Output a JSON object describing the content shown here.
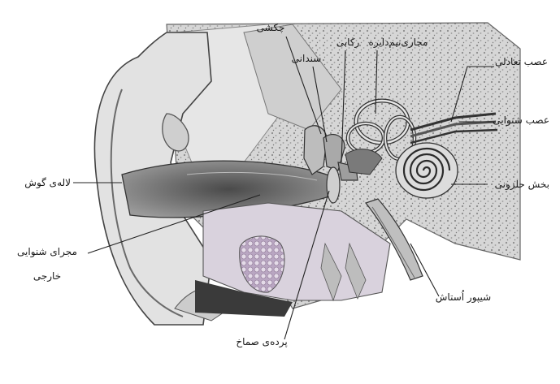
{
  "labels": {
    "malleus": "چکشی",
    "stapes": "رکابی",
    "semicircular_canals": "مجاری‌نیم‌دایره",
    "incus": "سندانی",
    "vestibular_nerve": "عصب تعادلی",
    "cochlear_nerve": "عصب شنوایی",
    "pinna": "لاله‌ی گوش",
    "cochlea": "بخش حلزونی",
    "ear_canal_line1": "مجرای شنوایی",
    "ear_canal_line2": "خارجی",
    "eustachian_tube": "شیپور اُستاش",
    "eardrum": "پرده‌ی صماخ"
  }
}
